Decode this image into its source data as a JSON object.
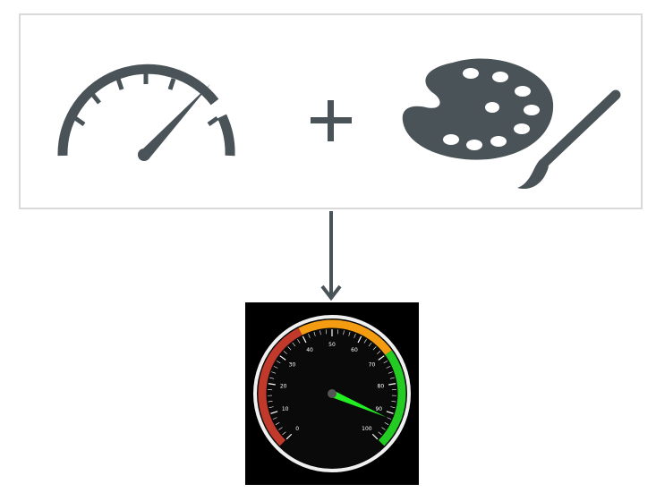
{
  "icons": {
    "speedometer": "speedometer-icon",
    "plus": "plus-icon",
    "palette": "palette-brush-icon",
    "arrow": "arrow-down-icon"
  },
  "colors": {
    "icon_fill": "#4a5357",
    "panel_border": "#d9d9d9",
    "gauge_bg": "#000000",
    "band_red": "#c0392b",
    "band_orange": "#f39c12",
    "band_green": "#22cc22",
    "needle": "#22ee22"
  },
  "gauge": {
    "min": 0,
    "max": 100,
    "value": 92,
    "tick_labels": [
      "0",
      "10",
      "20",
      "30",
      "40",
      "50",
      "60",
      "70",
      "80",
      "90",
      "100"
    ],
    "bands": [
      {
        "from": 0,
        "to": 40,
        "color": "#c0392b"
      },
      {
        "from": 40,
        "to": 70,
        "color": "#f39c12"
      },
      {
        "from": 70,
        "to": 100,
        "color": "#22cc22"
      }
    ]
  }
}
